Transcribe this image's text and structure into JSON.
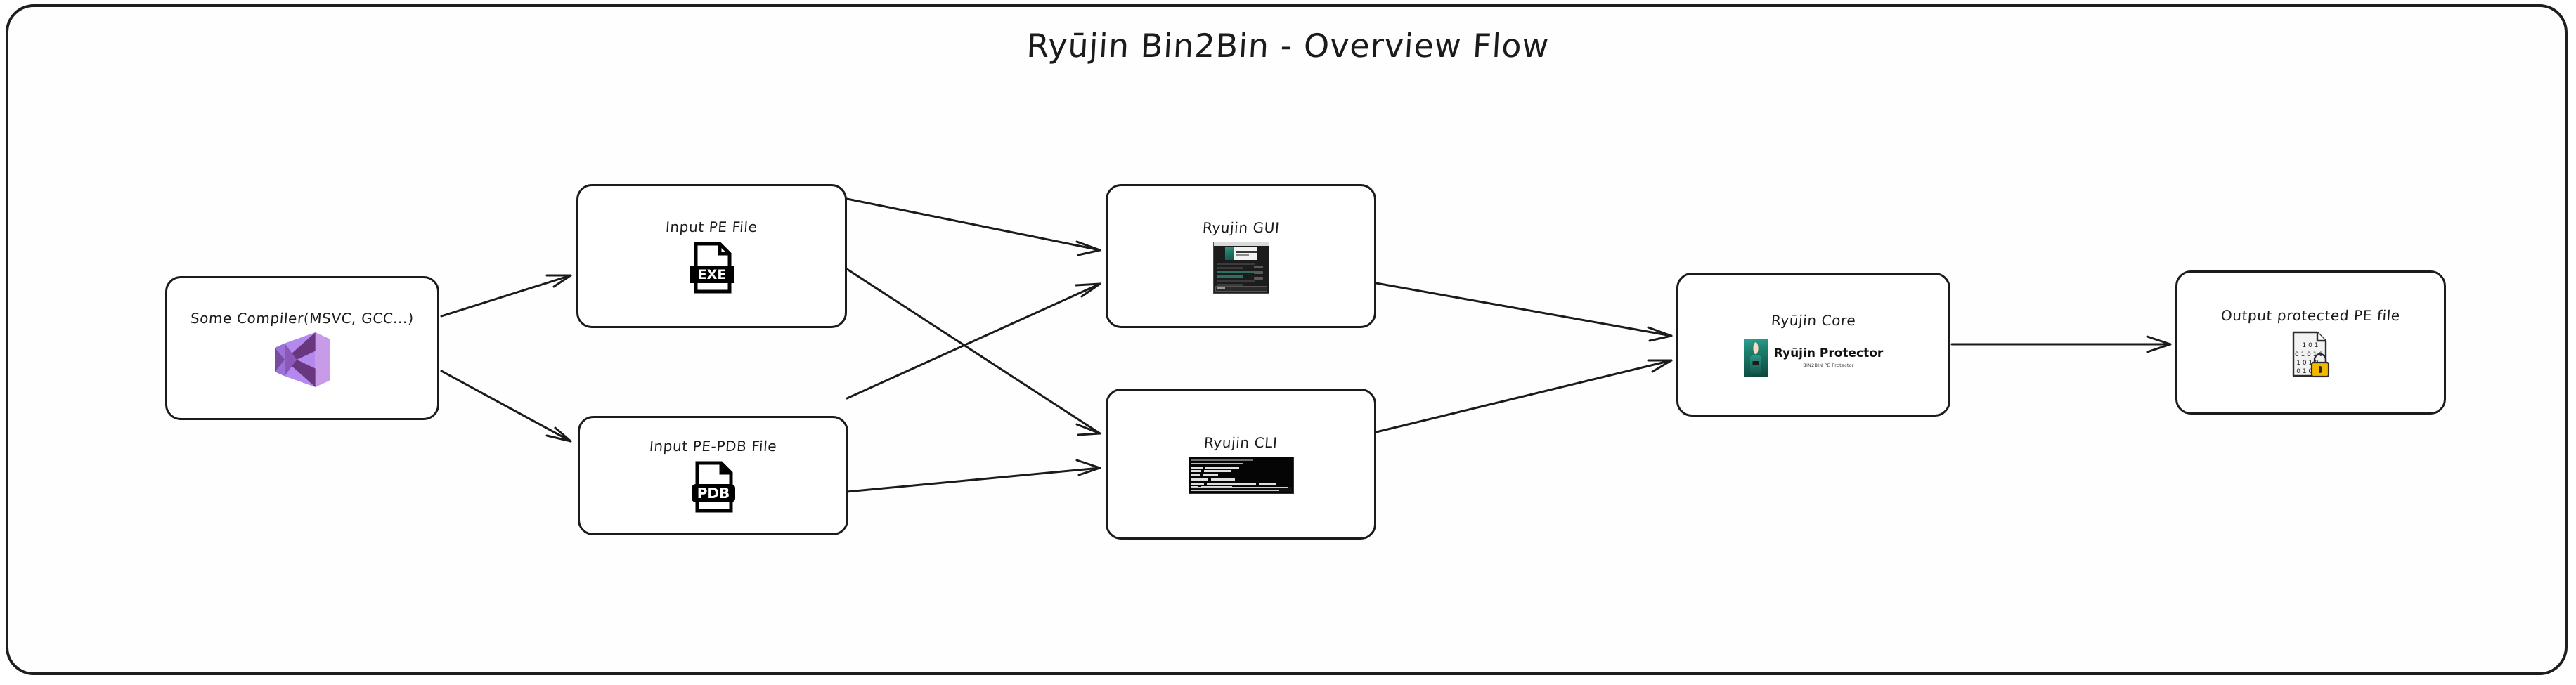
{
  "diagram": {
    "title": "Ryūjin Bin2Bin - Overview Flow",
    "type": "flowchart",
    "style": "hand-drawn-excalidraw",
    "direction": "left-to-right",
    "colors": {
      "background": "#ffffff",
      "frame_stroke": "#1e1e1e",
      "node_stroke": "#1b1b1b",
      "node_fill": "#ffffff",
      "edge_stroke": "#1b1b1b",
      "vs_logo_light": "#c89be8",
      "vs_logo_mid": "#a77ee0",
      "vs_logo_dark": "#68377e",
      "ryujin_teal": "#1d8271",
      "lock_yellow": "#f5b800"
    }
  },
  "nodes": [
    {
      "id": "compiler",
      "label": "Some Compiler(MSVC, GCC...)",
      "icon": "visual-studio-logo"
    },
    {
      "id": "input_pe",
      "label": "Input PE File",
      "icon": "exe-file-icon",
      "icon_text": "EXE"
    },
    {
      "id": "input_pdb",
      "label": "Input PE-PDB File",
      "icon": "pdb-file-icon",
      "icon_text": "PDB"
    },
    {
      "id": "gui",
      "label": "Ryujin GUI",
      "icon": "gui-app-screenshot"
    },
    {
      "id": "cli",
      "label": "Ryujin CLI",
      "icon": "cli-terminal-screenshot"
    },
    {
      "id": "core",
      "label": "Ryūjin Core",
      "icon": "ryujin-protector-logo",
      "logo_title": "Ryūjin Protector",
      "logo_subtitle": "BIN2BIN PE Protector"
    },
    {
      "id": "output",
      "label": "Output protected PE file",
      "icon": "protected-binary-file-icon",
      "binary_rows": [
        "1 0 1",
        "0 1 0 1 0",
        "1 0 1 0",
        "0 1 0 1"
      ]
    }
  ],
  "edges": [
    {
      "from": "compiler",
      "to": "input_pe",
      "arrow": "open"
    },
    {
      "from": "compiler",
      "to": "input_pdb",
      "arrow": "open"
    },
    {
      "from": "input_pe",
      "to": "gui",
      "arrow": "open"
    },
    {
      "from": "input_pe",
      "to": "cli",
      "arrow": "open"
    },
    {
      "from": "input_pdb",
      "to": "gui",
      "arrow": "open"
    },
    {
      "from": "input_pdb",
      "to": "cli",
      "arrow": "open"
    },
    {
      "from": "gui",
      "to": "core",
      "arrow": "open"
    },
    {
      "from": "cli",
      "to": "core",
      "arrow": "open"
    },
    {
      "from": "core",
      "to": "output",
      "arrow": "open"
    }
  ]
}
